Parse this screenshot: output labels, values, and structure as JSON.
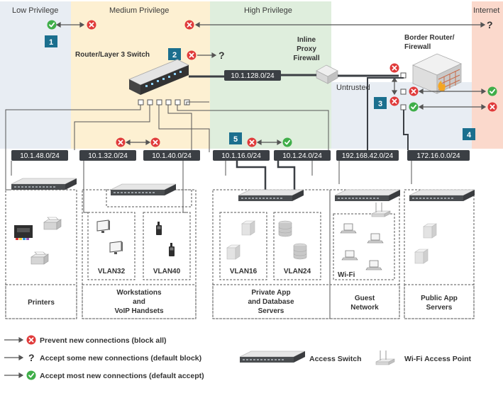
{
  "zones": {
    "low": "Low Privilege",
    "medium": "Medium Privilege",
    "high": "High Privilege",
    "internet": "Internet",
    "untrusted": "Untrusted"
  },
  "devices": {
    "router_l3": "Router/Layer 3 Switch",
    "proxy": [
      "Inline",
      "Proxy",
      "Firewall"
    ],
    "border": [
      "Border Router/",
      "Firewall"
    ]
  },
  "networks": {
    "n128": "10.1.128.0/24",
    "n48": "10.1.48.0/24",
    "n32": "10.1.32.0/24",
    "n40": "10.1.40.0/24",
    "n16": "10.1.16.0/24",
    "n24": "10.1.24.0/24",
    "n192": "192.168.42.0/24",
    "n172": "172.16.0.0/24"
  },
  "badges": [
    "1",
    "2",
    "3",
    "4",
    "5"
  ],
  "question_mark": "?",
  "groups": {
    "printers": "Printers",
    "vlan32": "VLAN32",
    "vlan40": "VLAN40",
    "workstations": [
      "Workstations",
      "and",
      "VoIP Handsets"
    ],
    "vlan16": "VLAN16",
    "vlan24": "VLAN24",
    "private": [
      "Private App",
      "and Database",
      "Servers"
    ],
    "wifi": "Wi-Fi",
    "guest": [
      "Guest",
      "Network"
    ],
    "public": [
      "Public App",
      "Servers"
    ]
  },
  "legend": {
    "block": "Prevent new connections (block all)",
    "some": "Accept some new connections (default block)",
    "most": "Accept most new connections (default accept)",
    "access_switch": "Access Switch",
    "wifi_ap": "Wi-Fi Access Point"
  },
  "colors": {
    "low_zone": "#e8edf3",
    "medium_zone": "#fdf0d2",
    "high_zone": "#dfeedd",
    "internet_zone": "#fbd9cc",
    "block_red": "#e03a3a",
    "accept_green": "#3fae49",
    "badge_teal": "#1b6f8e",
    "net_label": "#3b3f44",
    "firewall_flame": "#f4a623"
  }
}
